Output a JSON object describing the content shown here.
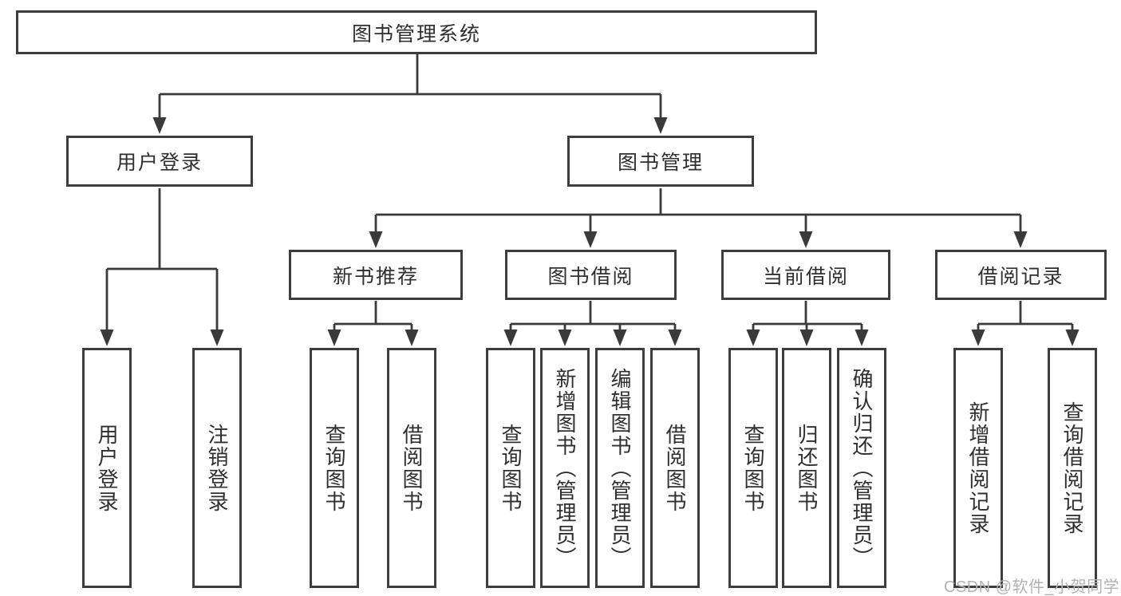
{
  "nodes": {
    "root": "图书管理系统",
    "user_login": "用户登录",
    "book_management": "图书管理",
    "new_book_recommend": "新书推荐",
    "book_borrow": "图书借阅",
    "current_borrow": "当前借阅",
    "borrow_records": "借阅记录"
  },
  "leaves": {
    "user_login": "用户登录",
    "logout": "注销登录",
    "nb_query_books": "查询图书",
    "nb_borrow_books": "借阅图书",
    "bb_query_books": "查询图书",
    "bb_add_book_admin": "新增图书（管理员）",
    "bb_edit_book_admin": "编辑图书（管理员）",
    "bb_borrow_books": "借阅图书",
    "cb_query_books": "查询图书",
    "cb_return_books": "归还图书",
    "cb_confirm_return_admin": "确认归还（管理员）",
    "br_add_record": "新增借阅记录",
    "br_query_record": "查询借阅记录"
  },
  "hierarchy": {
    "图书管理系统": [
      "用户登录",
      "图书管理"
    ],
    "用户登录": [
      "用户登录",
      "注销登录"
    ],
    "图书管理": [
      "新书推荐",
      "图书借阅",
      "当前借阅",
      "借阅记录"
    ],
    "新书推荐": [
      "查询图书",
      "借阅图书"
    ],
    "图书借阅": [
      "查询图书",
      "新增图书（管理员）",
      "编辑图书（管理员）",
      "借阅图书"
    ],
    "当前借阅": [
      "查询图书",
      "归还图书",
      "确认归还（管理员）"
    ],
    "借阅记录": [
      "新增借阅记录",
      "查询借阅记录"
    ]
  },
  "watermark": {
    "text": "CSDN @软件_小贺同学"
  },
  "colors": {
    "line": "#3a3a3a",
    "border": "#3d3d3d",
    "text": "#2f2f2f",
    "watermark": "#b2b2b2",
    "background": "#ffffff"
  }
}
